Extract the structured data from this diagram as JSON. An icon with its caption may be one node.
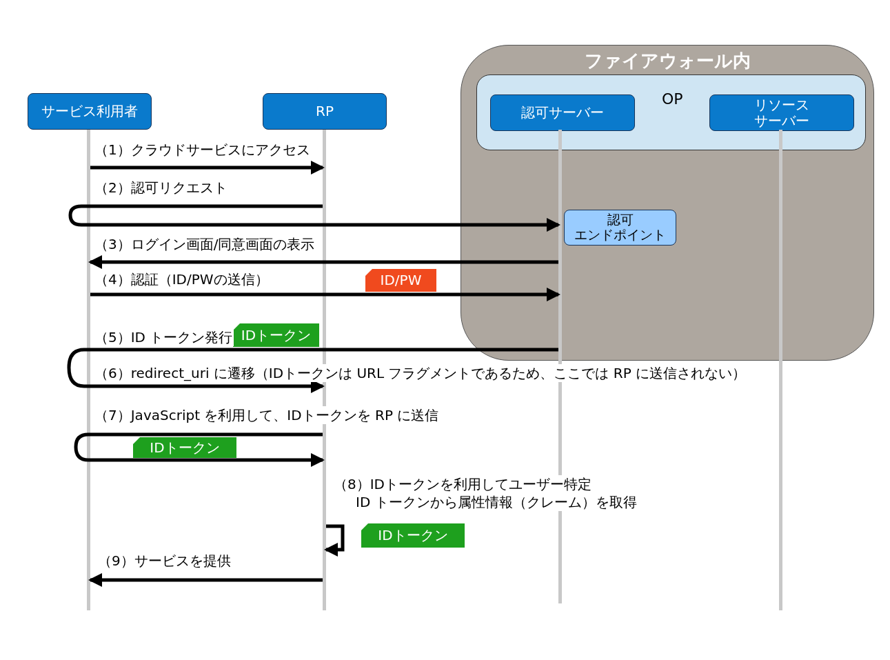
{
  "diagram": {
    "nodes": [
      {
        "text": [
          "サービス利用者"
        ]
      },
      {
        "text": [
          "RP"
        ]
      },
      {
        "text": [
          "ファイアウォール内"
        ]
      },
      {
        "text": [
          "OP"
        ],
        "in": 2
      },
      {
        "text": [
          "認可サーバー"
        ],
        "in": 3
      },
      {
        "text": [
          "リソースサーバー"
        ],
        "in": 3
      },
      {
        "text": [],
        "shape": "bar"
      },
      {
        "text": [],
        "shape": "bar"
      },
      {
        "text": [],
        "shape": "bar"
      },
      {
        "text": [],
        "shape": "bar"
      },
      {
        "text": [
          "認可",
          "エンドポイント"
        ],
        "in": 2
      },
      {
        "text": [
          "ID/PW"
        ]
      },
      {
        "text": [
          "IDトークン"
        ]
      },
      {
        "text": [
          "IDトークン"
        ]
      },
      {
        "text": [
          "IDトークン"
        ]
      }
    ],
    "edges": [
      {
        "from": 6,
        "to": 7,
        "arrow": "to",
        "label": "（1）クラウドサービスにアクセス"
      },
      {
        "from": 7,
        "to": 8,
        "arrow": "to",
        "label": "（2）認可リクエスト"
      },
      {
        "from": 8,
        "to": 6,
        "arrow": "to",
        "label": "（3）ログイン画面/同意画面の表示"
      },
      {
        "from": 6,
        "to": 8,
        "arrow": "to",
        "label": "（4）認証（ID/PWの送信）"
      },
      {
        "from": 8,
        "to": 7,
        "arrow": "to",
        "label": "（5）ID トークン発行"
      },
      {
        "from": 7,
        "to": 7,
        "arrow": "to",
        "label": "（7）JavaScript を利用して、IDトークンを RP に送信"
      },
      {
        "from": 7,
        "to": 7,
        "arrow": "to",
        "label": "（8）IDトークンを利用してユーザー特定"
      },
      {
        "from": 7,
        "to": 6,
        "arrow": "to",
        "label": "（9）サービスを提供"
      }
    ],
    "labels": [
      "（6）redirect_uri に遷移（IDトークンは URL フラグメントであるため、ここでは RP に送信されない）",
      "ID トークンから属性情報（クレーム）を取得"
    ]
  }
}
